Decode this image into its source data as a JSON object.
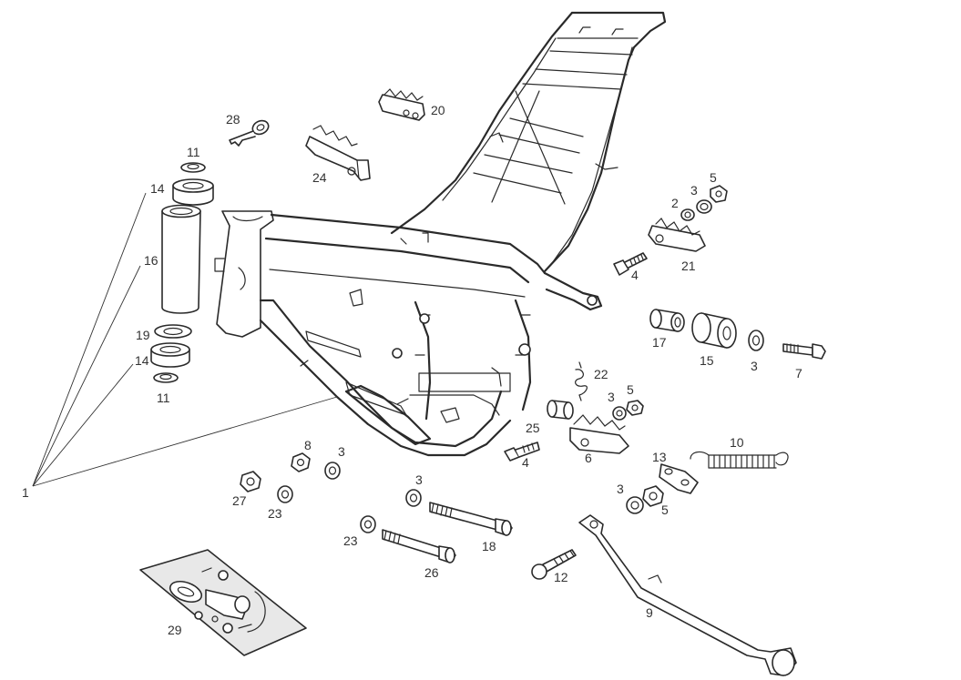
{
  "callouts": [
    {
      "id": "c1",
      "text": "1"
    },
    {
      "id": "c2",
      "text": "2"
    },
    {
      "id": "c3a",
      "text": "3"
    },
    {
      "id": "c3b",
      "text": "3"
    },
    {
      "id": "c3c",
      "text": "3"
    },
    {
      "id": "c3d",
      "text": "3"
    },
    {
      "id": "c3e",
      "text": "3"
    },
    {
      "id": "c3f",
      "text": "3"
    },
    {
      "id": "c4a",
      "text": "4"
    },
    {
      "id": "c4b",
      "text": "4"
    },
    {
      "id": "c5a",
      "text": "5"
    },
    {
      "id": "c5b",
      "text": "5"
    },
    {
      "id": "c5c",
      "text": "5"
    },
    {
      "id": "c6",
      "text": "6"
    },
    {
      "id": "c7",
      "text": "7"
    },
    {
      "id": "c8",
      "text": "8"
    },
    {
      "id": "c9",
      "text": "9"
    },
    {
      "id": "c10",
      "text": "10"
    },
    {
      "id": "c11a",
      "text": "11"
    },
    {
      "id": "c11b",
      "text": "11"
    },
    {
      "id": "c12",
      "text": "12"
    },
    {
      "id": "c13",
      "text": "13"
    },
    {
      "id": "c14a",
      "text": "14"
    },
    {
      "id": "c14b",
      "text": "14"
    },
    {
      "id": "c15",
      "text": "15"
    },
    {
      "id": "c16",
      "text": "16"
    },
    {
      "id": "c17",
      "text": "17"
    },
    {
      "id": "c18",
      "text": "18"
    },
    {
      "id": "c19",
      "text": "19"
    },
    {
      "id": "c20",
      "text": "20"
    },
    {
      "id": "c21",
      "text": "21"
    },
    {
      "id": "c22",
      "text": "22"
    },
    {
      "id": "c23a",
      "text": "23"
    },
    {
      "id": "c23b",
      "text": "23"
    },
    {
      "id": "c24",
      "text": "24"
    },
    {
      "id": "c25",
      "text": "25"
    },
    {
      "id": "c26",
      "text": "26"
    },
    {
      "id": "c27",
      "text": "27"
    },
    {
      "id": "c28",
      "text": "28"
    },
    {
      "id": "c29",
      "text": "29"
    }
  ]
}
